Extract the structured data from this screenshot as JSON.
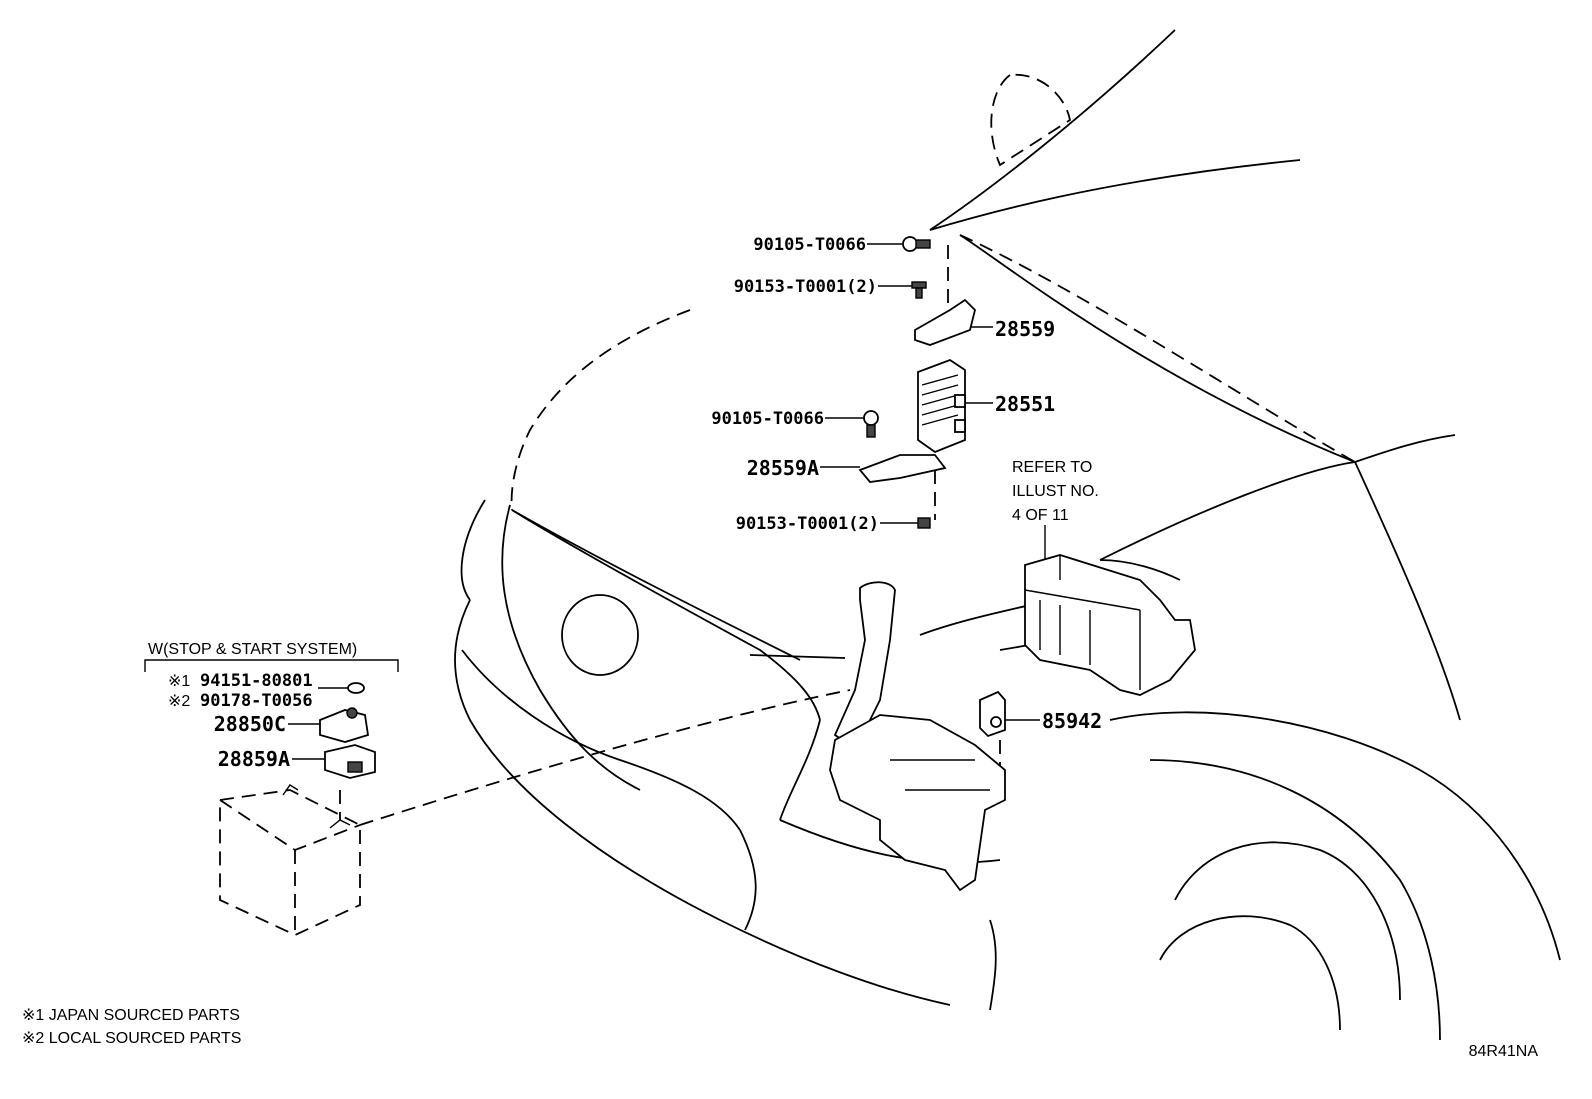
{
  "diagram": {
    "code": "84R41NA",
    "labels": {
      "bolt_top": "90105-T0066",
      "screw_top": "90153-T0001(2)",
      "bracket_upper": "28559",
      "relay_block": "28551",
      "bolt_mid": "90105-T0066",
      "bracket_lower": "28559A",
      "screw_bottom": "90153-T0001(2)",
      "sensor": "85942"
    },
    "refer": {
      "line1": "REFER TO",
      "line2": "ILLUST NO.",
      "line3": "4 OF 11"
    },
    "stop_start": {
      "heading": "W(STOP & START SYSTEM)",
      "items": [
        {
          "mark": "※1",
          "part": "94151-80801"
        },
        {
          "mark": "※2",
          "part": "90178-T0056"
        }
      ],
      "terminal": "28850C",
      "clamp": "28859A"
    },
    "footnotes": [
      "※1 JAPAN SOURCED PARTS",
      "※2 LOCAL SOURCED PARTS"
    ]
  }
}
